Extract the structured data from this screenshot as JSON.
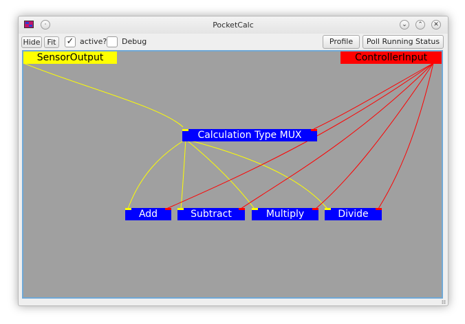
{
  "window": {
    "title": "PocketCalc",
    "icons": {
      "app": "app-icon",
      "menu": "menu-dot-icon",
      "minimize": "chevron-down-icon",
      "maximize": "chevron-up-icon",
      "close": "close-icon"
    }
  },
  "toolbar": {
    "hide_label": "Hide",
    "fit_label": "Fit",
    "active_label": "active?",
    "active_checked": true,
    "debug_label": "Debug",
    "debug_checked": false,
    "profile_label": "Profile",
    "poll_label": "Poll Running Status"
  },
  "graph": {
    "nodes": {
      "sensor_output": "SensorOutput",
      "controller_input": "ControllerInput",
      "mux": "Calculation Type MUX",
      "add": "Add",
      "subtract": "Subtract",
      "multiply": "Multiply",
      "divide": "Divide"
    },
    "colors": {
      "output_node": "#ffff00",
      "input_node": "#ff0000",
      "block_node": "#0000ff",
      "data_wire": "#ffff00",
      "control_wire": "#ff0000",
      "canvas": "#a0a0a0",
      "canvas_border": "#6fa8d6"
    }
  }
}
